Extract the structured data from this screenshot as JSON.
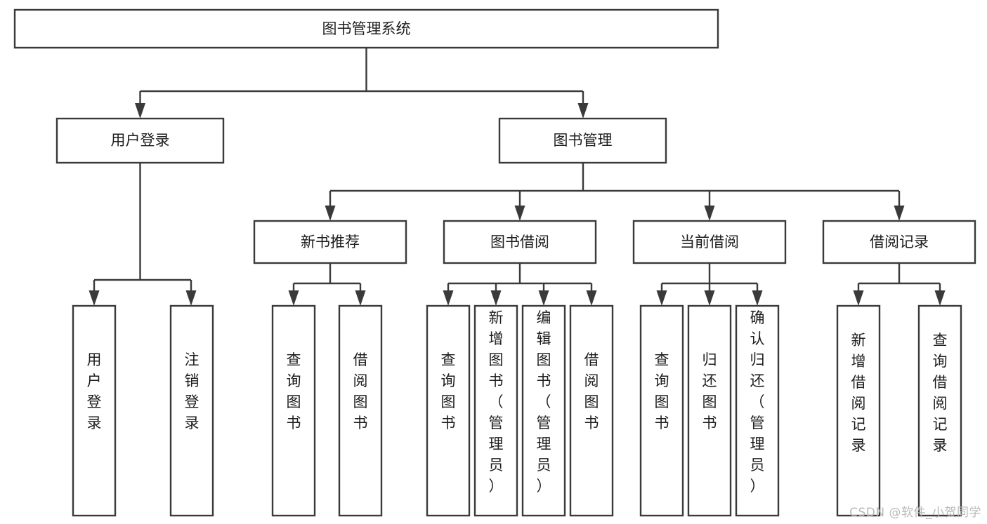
{
  "diagram": {
    "type": "hierarchy-tree",
    "title": "图书管理系统",
    "orientation": "top-down",
    "watermark": "CSDN @软件_小贺同学",
    "colors": {
      "stroke": "#3a3a3a",
      "fill": "#ffffff",
      "text": "#1d1d1d",
      "watermark": "#b9b9b9"
    },
    "nodes": {
      "root": {
        "label": "图书管理系统",
        "level": 1,
        "orientation": "horizontal"
      },
      "n_user_login": {
        "label": "用户登录",
        "level": 2,
        "orientation": "horizontal"
      },
      "n_book_manage": {
        "label": "图书管理",
        "level": 2,
        "orientation": "horizontal"
      },
      "n_new_book": {
        "label": "新书推荐",
        "level": 3,
        "orientation": "horizontal"
      },
      "n_borrow": {
        "label": "图书借阅",
        "level": 3,
        "orientation": "horizontal"
      },
      "n_current": {
        "label": "当前借阅",
        "level": 3,
        "orientation": "horizontal"
      },
      "n_record": {
        "label": "借阅记录",
        "level": 3,
        "orientation": "horizontal"
      },
      "leaf_user_login": {
        "label": "用户登录",
        "level": 3,
        "orientation": "vertical"
      },
      "leaf_user_logout": {
        "label": "注销登录",
        "level": 3,
        "orientation": "vertical"
      },
      "leaf_nb_query": {
        "label": "查询图书",
        "level": 4,
        "orientation": "vertical"
      },
      "leaf_nb_borrow": {
        "label": "借阅图书",
        "level": 4,
        "orientation": "vertical"
      },
      "leaf_bo_query": {
        "label": "查询图书",
        "level": 4,
        "orientation": "vertical"
      },
      "leaf_bo_add": {
        "label": "新增图书（管理员）",
        "level": 4,
        "orientation": "vertical"
      },
      "leaf_bo_edit": {
        "label": "编辑图书（管理员）",
        "level": 4,
        "orientation": "vertical"
      },
      "leaf_bo_borrow": {
        "label": "借阅图书",
        "level": 4,
        "orientation": "vertical"
      },
      "leaf_cu_query": {
        "label": "查询图书",
        "level": 4,
        "orientation": "vertical"
      },
      "leaf_cu_return": {
        "label": "归还图书",
        "level": 4,
        "orientation": "vertical"
      },
      "leaf_cu_confirm": {
        "label": "确认归还（管理员）",
        "level": 4,
        "orientation": "vertical"
      },
      "leaf_re_add": {
        "label": "新增借阅记录",
        "level": 4,
        "orientation": "vertical"
      },
      "leaf_re_query": {
        "label": "查询借阅记录",
        "level": 4,
        "orientation": "vertical"
      }
    },
    "edges": [
      {
        "from": "root",
        "to": "n_user_login"
      },
      {
        "from": "root",
        "to": "n_book_manage"
      },
      {
        "from": "n_user_login",
        "to": "leaf_user_login"
      },
      {
        "from": "n_user_login",
        "to": "leaf_user_logout"
      },
      {
        "from": "n_book_manage",
        "to": "n_new_book"
      },
      {
        "from": "n_book_manage",
        "to": "n_borrow"
      },
      {
        "from": "n_book_manage",
        "to": "n_current"
      },
      {
        "from": "n_book_manage",
        "to": "n_record"
      },
      {
        "from": "n_new_book",
        "to": "leaf_nb_query"
      },
      {
        "from": "n_new_book",
        "to": "leaf_nb_borrow"
      },
      {
        "from": "n_borrow",
        "to": "leaf_bo_query"
      },
      {
        "from": "n_borrow",
        "to": "leaf_bo_add"
      },
      {
        "from": "n_borrow",
        "to": "leaf_bo_edit"
      },
      {
        "from": "n_borrow",
        "to": "leaf_bo_borrow"
      },
      {
        "from": "n_current",
        "to": "leaf_cu_query"
      },
      {
        "from": "n_current",
        "to": "leaf_cu_return"
      },
      {
        "from": "n_current",
        "to": "leaf_cu_confirm"
      },
      {
        "from": "n_record",
        "to": "leaf_re_add"
      },
      {
        "from": "n_record",
        "to": "leaf_re_query"
      }
    ]
  }
}
